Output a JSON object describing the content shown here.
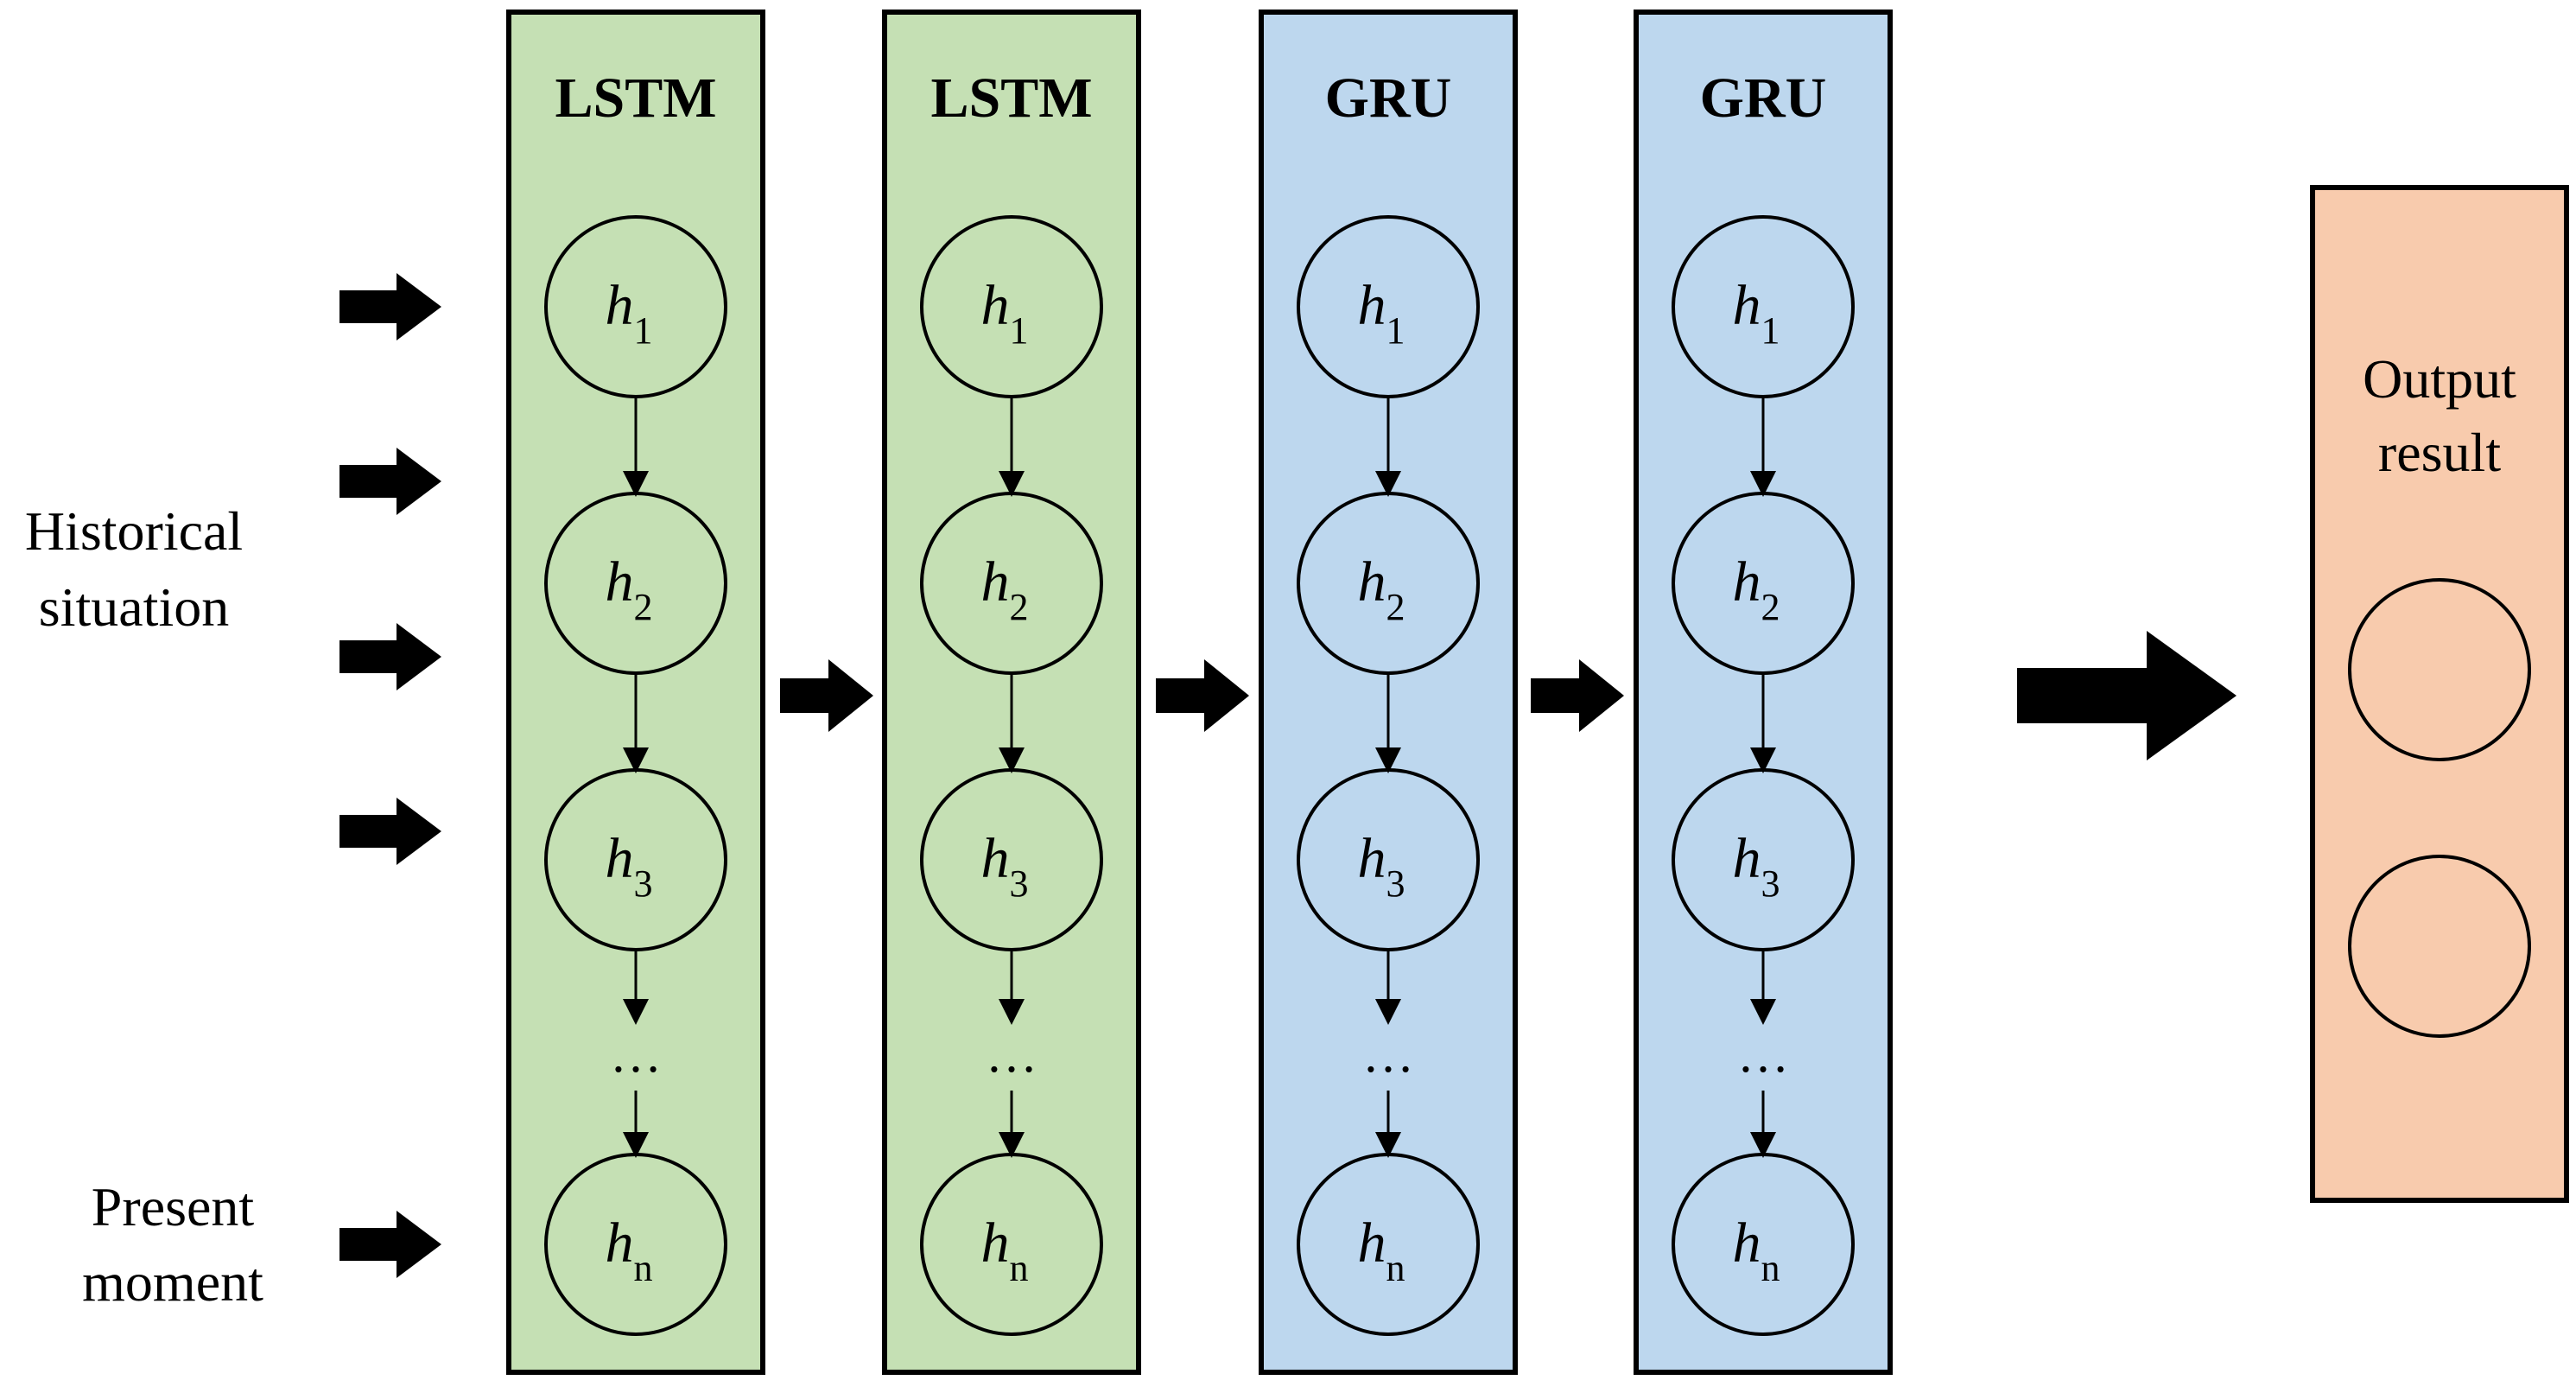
{
  "labels": {
    "history_line1": "Historical",
    "history_line2": "situation",
    "present_line1": "Present",
    "present_line2": "moment"
  },
  "columns": [
    {
      "title": "LSTM",
      "fill": "#c5e0b4",
      "nodes": [
        {
          "main": "h",
          "sub": "1"
        },
        {
          "main": "h",
          "sub": "2"
        },
        {
          "main": "h",
          "sub": "3"
        },
        {
          "main": "h",
          "sub": "n"
        }
      ],
      "ellipsis": "…"
    },
    {
      "title": "LSTM",
      "fill": "#c5e0b4",
      "nodes": [
        {
          "main": "h",
          "sub": "1"
        },
        {
          "main": "h",
          "sub": "2"
        },
        {
          "main": "h",
          "sub": "3"
        },
        {
          "main": "h",
          "sub": "n"
        }
      ],
      "ellipsis": "…"
    },
    {
      "title": "GRU",
      "fill": "#bdd7ee",
      "nodes": [
        {
          "main": "h",
          "sub": "1"
        },
        {
          "main": "h",
          "sub": "2"
        },
        {
          "main": "h",
          "sub": "3"
        },
        {
          "main": "h",
          "sub": "n"
        }
      ],
      "ellipsis": "…"
    },
    {
      "title": "GRU",
      "fill": "#bdd7ee",
      "nodes": [
        {
          "main": "h",
          "sub": "1"
        },
        {
          "main": "h",
          "sub": "2"
        },
        {
          "main": "h",
          "sub": "3"
        },
        {
          "main": "h",
          "sub": "n"
        }
      ],
      "ellipsis": "…"
    }
  ],
  "output": {
    "line1": "Output",
    "line2": "result",
    "fill": "#f8cbad",
    "node_count": 2
  },
  "colors": {
    "stroke": "#000000",
    "node_fill": "none"
  }
}
